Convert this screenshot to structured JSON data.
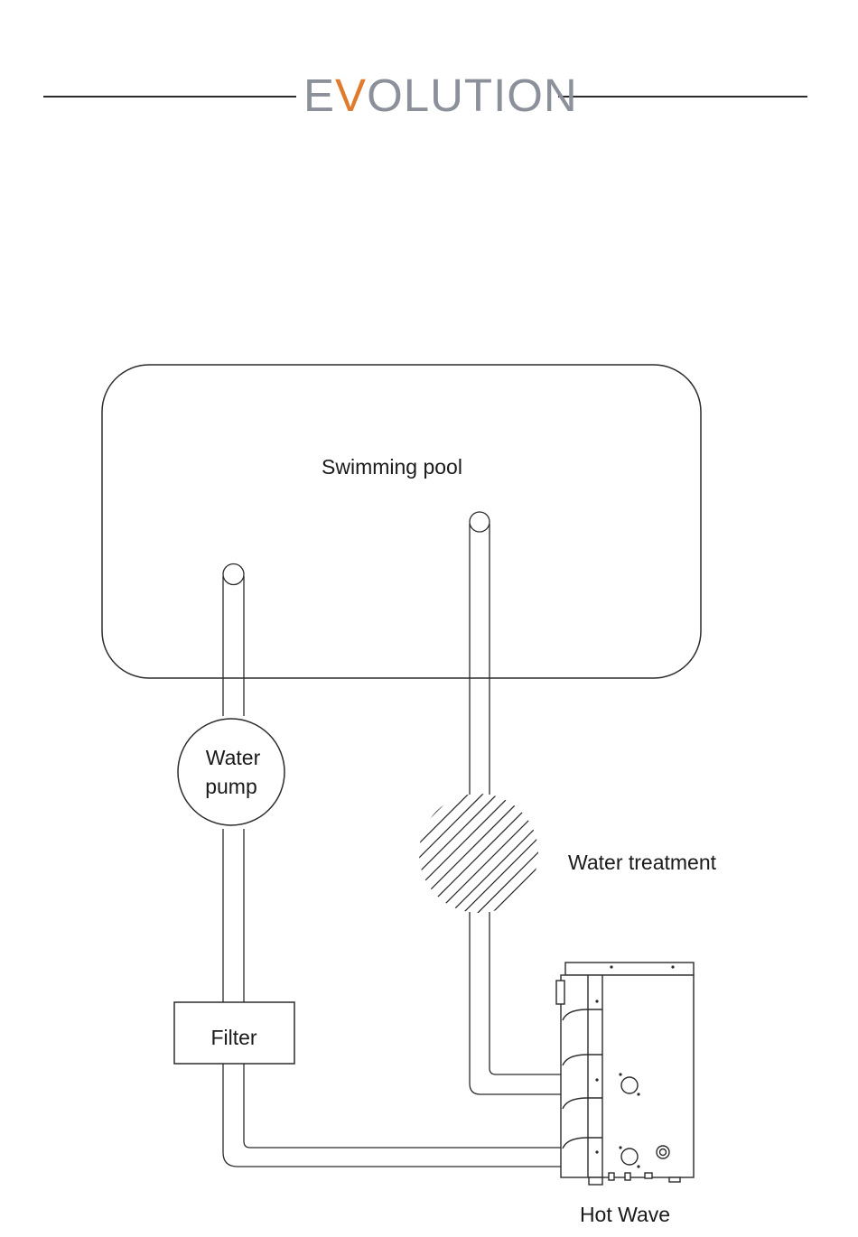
{
  "brand": {
    "logo_e": "E",
    "logo_v": "V",
    "logo_rest": "OLUTION",
    "colors": {
      "grey": "#8b909a",
      "orange": "#e07a2c"
    }
  },
  "diagram": {
    "pool_label": "Swimming pool",
    "pump_label_line1": "Water",
    "pump_label_line2": "pump",
    "treatment_label": "Water treatment",
    "filter_label": "Filter",
    "unit_label": "Hot Wave"
  }
}
